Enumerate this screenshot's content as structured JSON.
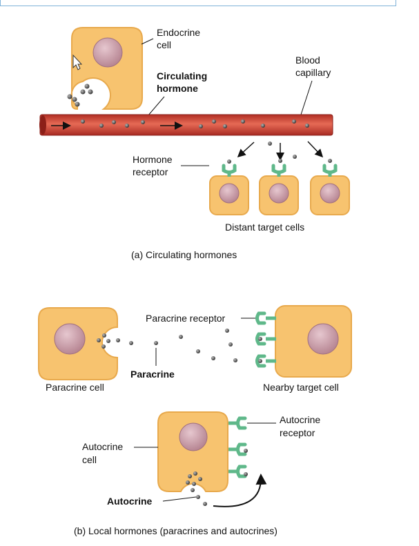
{
  "colors": {
    "cell_fill": "#f7c36f",
    "cell_stroke": "#e8a94c",
    "nucleus": "#c49aa6",
    "capillary": "#d9473a",
    "receptor": "#5fb88a",
    "hormone": "#555555"
  },
  "panel_a": {
    "endocrine_cell": [
      "Endocrine",
      "cell"
    ],
    "circulating_hormone": [
      "Circulating",
      "hormone"
    ],
    "blood_capillary": [
      "Blood",
      "capillary"
    ],
    "hormone_receptor": [
      "Hormone",
      "receptor"
    ],
    "distant_target_cells": "Distant target cells",
    "caption": "(a) Circulating hormones"
  },
  "panel_b": {
    "paracrine_receptor": "Paracrine receptor",
    "paracrine": "Paracrine",
    "paracrine_cell": "Paracrine cell",
    "nearby_target_cell": "Nearby target cell",
    "autocrine_receptor": [
      "Autocrine",
      "receptor"
    ],
    "autocrine_cell": [
      "Autocrine",
      "cell"
    ],
    "autocrine": "Autocrine",
    "caption": "(b) Local hormones (paracrines and autocrines)"
  }
}
